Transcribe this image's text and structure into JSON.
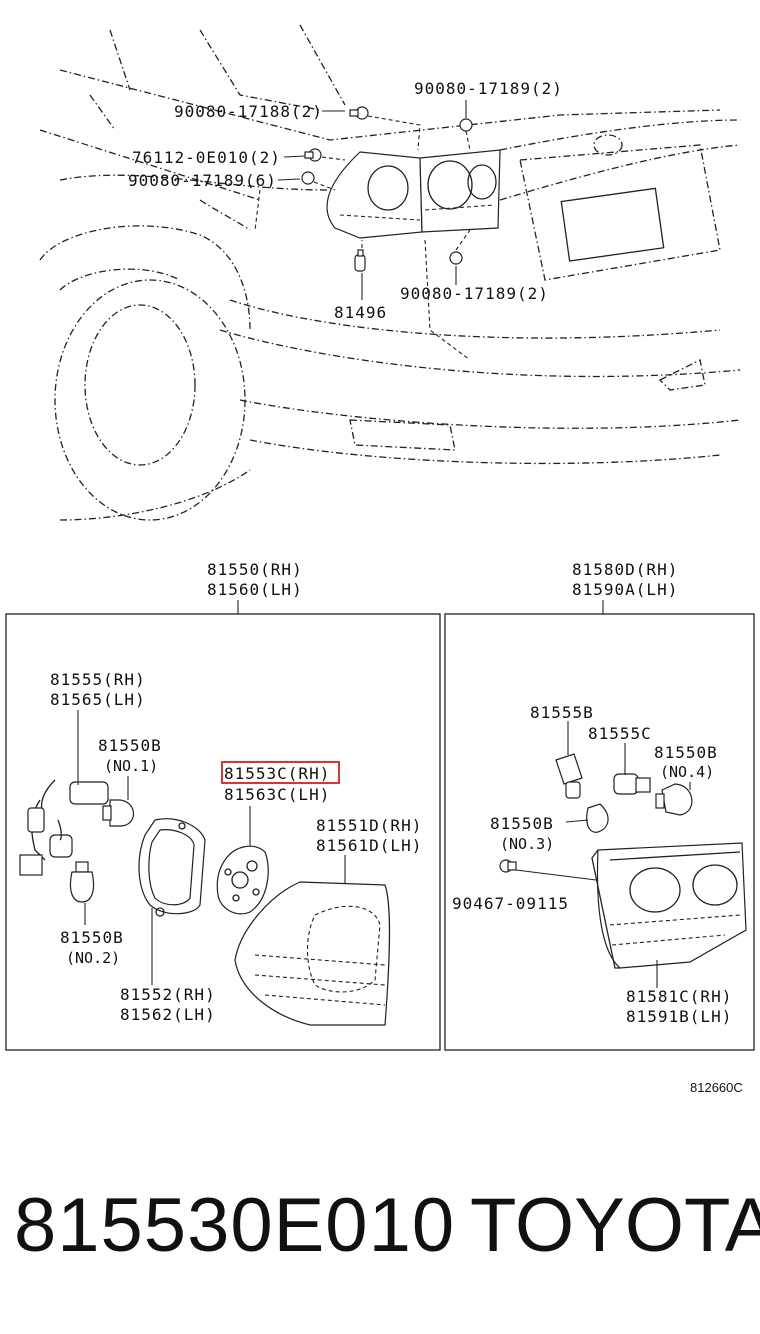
{
  "upper_view": {
    "labels": {
      "bolt_17188": "90080-17188(2)",
      "bolt_17189_top": "90080-17189(2)",
      "clip_0e010": "76112-0E010(2)",
      "bolt_17189_left": "90080-17189(6)",
      "part_81496": "81496",
      "bolt_17189_bottom": "90080-17189(2)"
    }
  },
  "left_box": {
    "assembly_rh": "81550(RH)",
    "assembly_lh": "81560(LH)",
    "socket_rh": "81555(RH)",
    "socket_lh": "81565(LH)",
    "bulb_1": "81550B",
    "bulb_1_note": "(NO.1)",
    "plate_rh": "81553C(RH)",
    "plate_lh": "81563C(LH)",
    "lens_rh": "81551D(RH)",
    "lens_lh": "81561D(LH)",
    "bulb_2": "81550B",
    "bulb_2_note": "(NO.2)",
    "gasket_rh": "81552(RH)",
    "gasket_lh": "81562(LH)"
  },
  "right_box": {
    "assembly_rh": "81580D(RH)",
    "assembly_lh": "81590A(LH)",
    "socket_b": "81555B",
    "socket_c": "81555C",
    "bulb_4": "81550B",
    "bulb_4_note": "(NO.4)",
    "bulb_3": "81550B",
    "bulb_3_note": "(NO.3)",
    "screw": "90467-09115",
    "lens_rh": "81581C(RH)",
    "lens_lh": "81591B(LH)"
  },
  "diagram_code": "812660C",
  "highlight_color": "#d42020",
  "footer": {
    "part_number": "815530E010",
    "brand": "TOYOTA"
  }
}
